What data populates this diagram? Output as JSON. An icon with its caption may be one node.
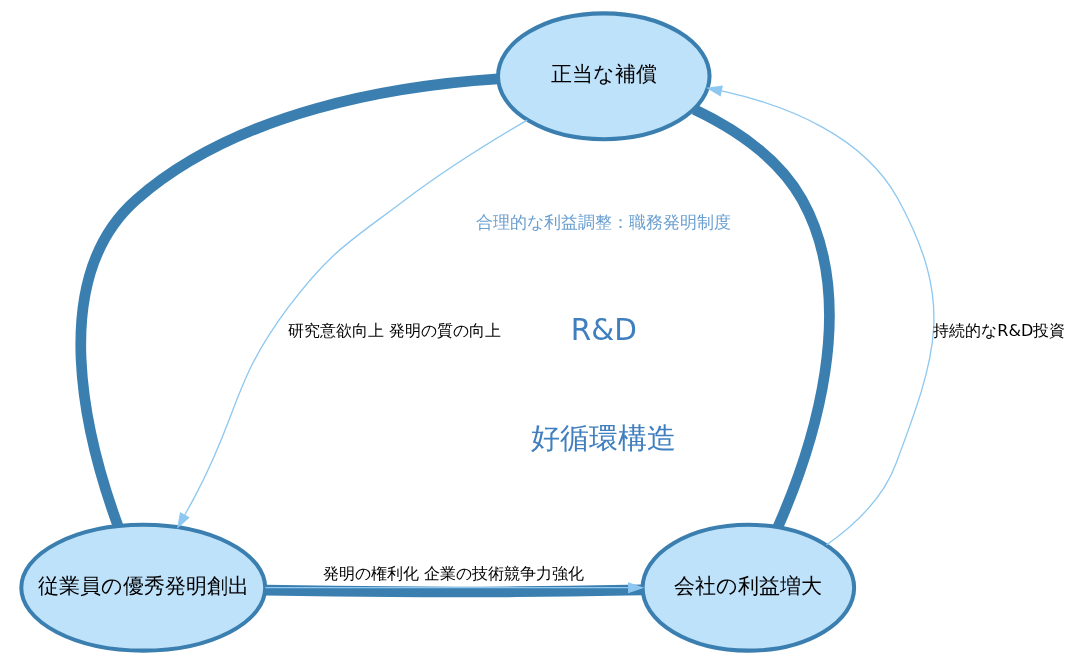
{
  "diagram": {
    "nodes": [
      {
        "text": [
          "正当な補償"
        ]
      },
      {
        "text": [
          "従業員の優秀発明創出"
        ]
      },
      {
        "text": [
          "会社の利益増大"
        ]
      }
    ],
    "edges": [
      {
        "from": 0,
        "to": 1,
        "arrow": "none",
        "style": "thick"
      },
      {
        "from": 1,
        "to": 2,
        "arrow": "none",
        "style": "thick"
      },
      {
        "from": 2,
        "to": 0,
        "arrow": "none",
        "style": "thick"
      },
      {
        "from": 0,
        "to": 1,
        "arrow": "to",
        "label": "研究意欲向上 発明の質の向上",
        "color": "#8ec8f0"
      },
      {
        "from": 1,
        "to": 2,
        "arrow": "to",
        "label": "発明の権利化 企業の技術競争力強化",
        "color": "#8ec8f0"
      },
      {
        "from": 2,
        "to": 0,
        "arrow": "to",
        "label": "持続的なR&D投資",
        "color": "#8ec8f0"
      }
    ],
    "labels": [
      "合理的な利益調整：職務発明制度",
      "R&D",
      "好循環構造"
    ]
  }
}
